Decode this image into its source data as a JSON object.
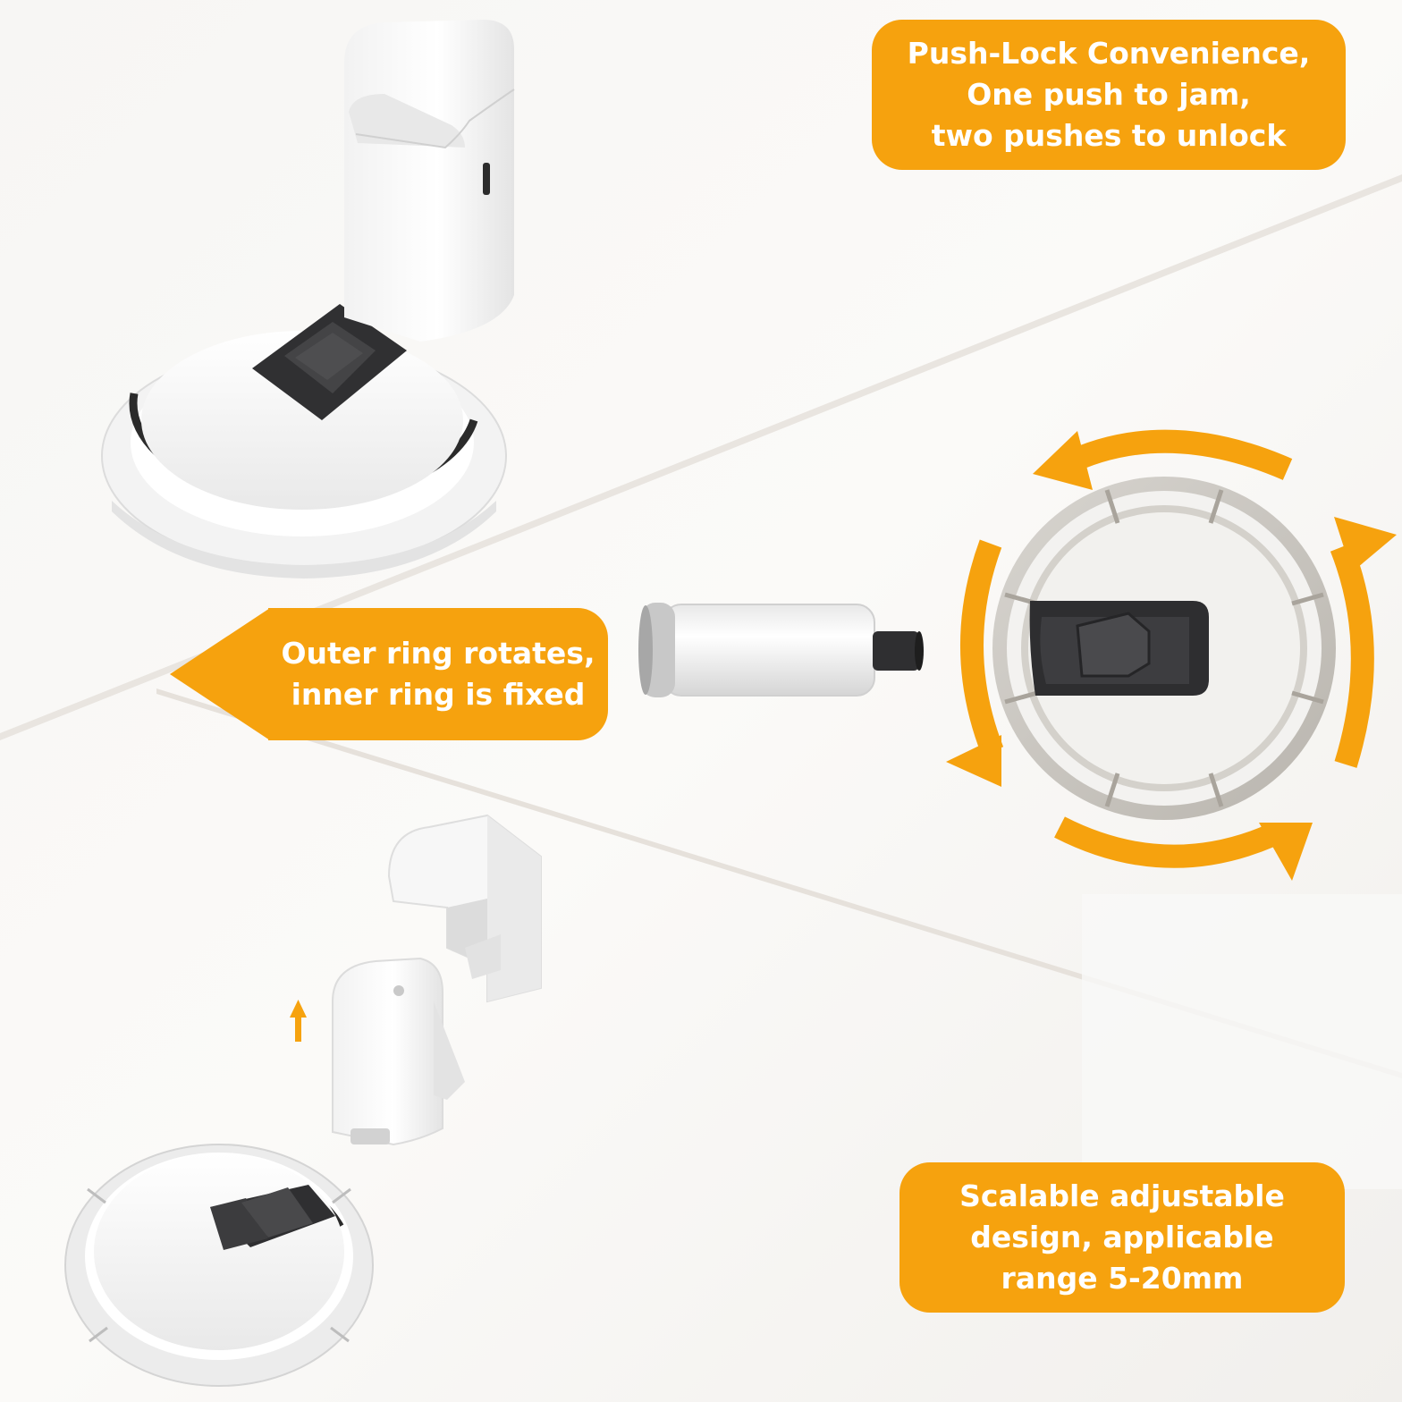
{
  "callouts": {
    "top": {
      "line1": "Push-Lock Convenience,",
      "line2": "One push to jam,",
      "line3": "two pushes to unlock"
    },
    "middle": {
      "line1": "Outer ring rotates,",
      "line2": "inner ring is fixed"
    },
    "bottom": {
      "line1": "Scalable adjustable",
      "line2": "design,  applicable",
      "line3": "range 5-20mm"
    }
  },
  "colors": {
    "accent": "#f6a20e",
    "background": "#f6f4f1",
    "product_white": "#fafafa",
    "product_grey": "#c9c6c1",
    "rubber_dark": "#2f2f31"
  },
  "icons": [
    "rotate-arrow-icon",
    "up-arrow-icon"
  ]
}
